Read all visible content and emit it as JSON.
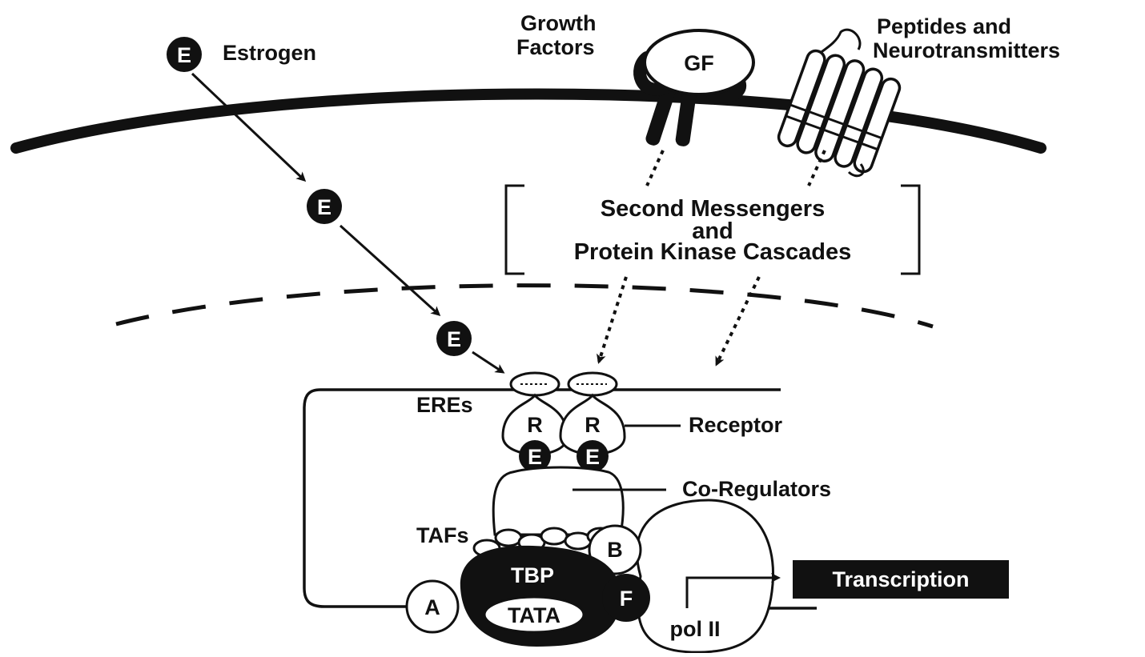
{
  "labels": {
    "estrogen": "Estrogen",
    "growth_factors_1": "Growth",
    "growth_factors_2": "Factors",
    "gf": "GF",
    "peptides_1": "Peptides and",
    "peptides_2": "Neurotransmitters",
    "second_messengers_1": "Second Messengers",
    "second_messengers_2": "and",
    "second_messengers_3": "Protein Kinase Cascades",
    "eres": "EREs",
    "receptor": "Receptor",
    "r": "R",
    "co_regulators": "Co-Regulators",
    "tafs": "TAFs",
    "b": "B",
    "tbp": "TBP",
    "tata": "TATA",
    "a": "A",
    "f": "F",
    "transcription": "Transcription",
    "pol": "pol II",
    "e": "E"
  },
  "colors": {
    "ink": "#111111",
    "paper": "#ffffff"
  }
}
